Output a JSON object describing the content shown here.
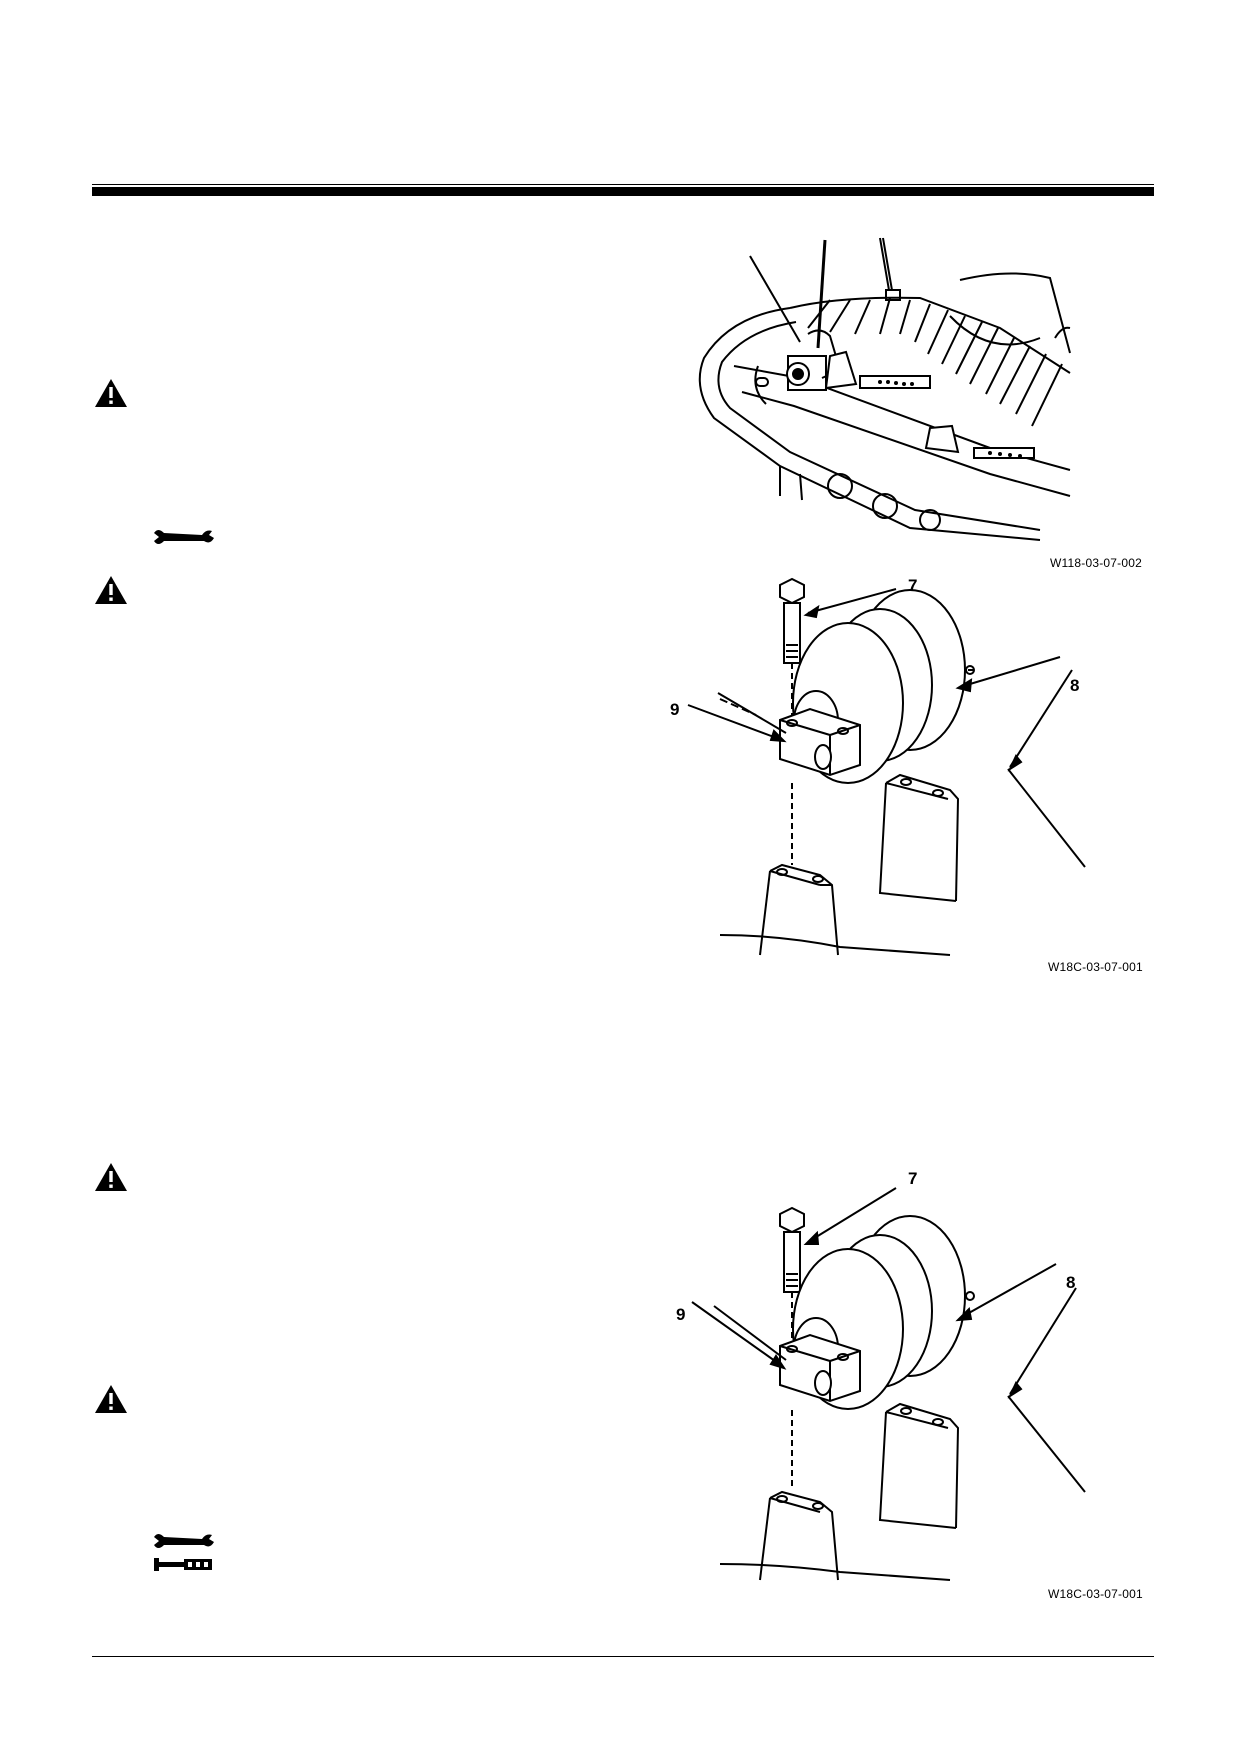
{
  "figures": {
    "fig1": {
      "caption": "W118-03-07-002"
    },
    "fig2": {
      "caption": "W18C-03-07-001",
      "labels": {
        "bolt": "7",
        "roller": "8",
        "block": "9"
      }
    },
    "fig3": {
      "caption": "W18C-03-07-001",
      "labels": {
        "bolt": "7",
        "roller": "8",
        "block": "9"
      }
    }
  },
  "icons": {
    "warning": "warning-triangle-icon",
    "wrench": "wrench-icon",
    "torque_wrench": "torque-wrench-icon"
  }
}
